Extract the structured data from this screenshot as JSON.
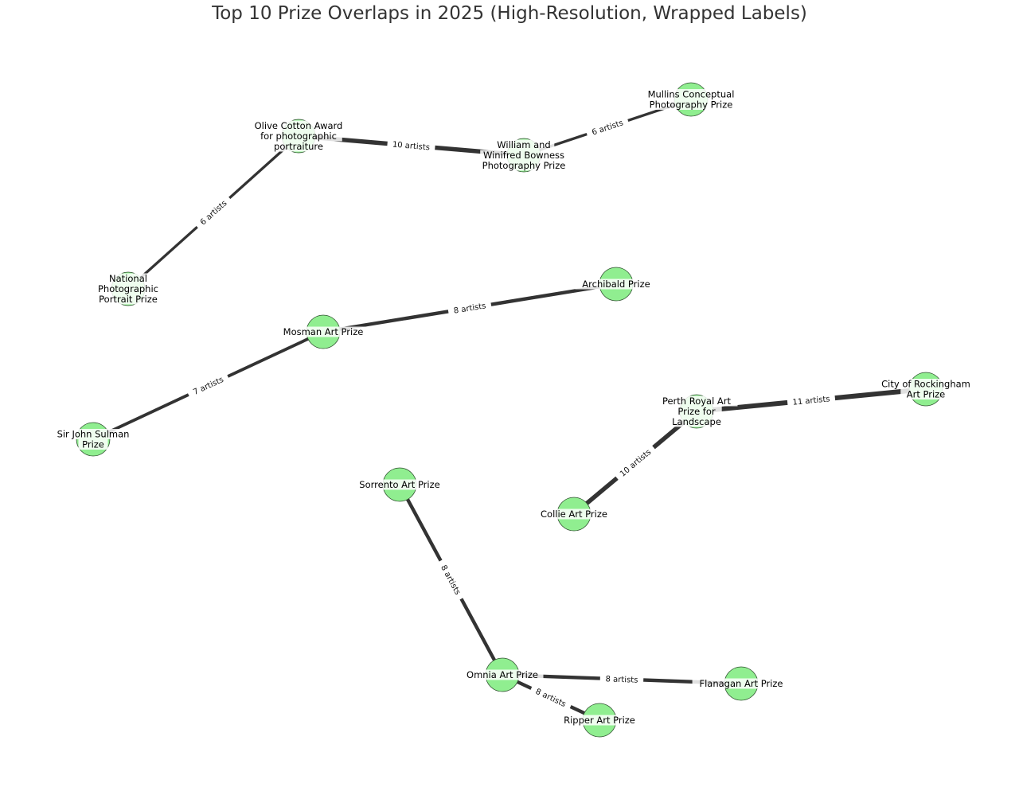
{
  "title": "Top 10 Prize Overlaps in 2025 (High-Resolution, Wrapped Labels)",
  "style": {
    "node_fill": "#90ee90",
    "node_stroke": "#2f4f2f",
    "edge_color": "#333333",
    "edge_label_bg": "#d3d3d3",
    "label_color": "#000000"
  },
  "nodes": [
    {
      "id": "olive",
      "lines": [
        "Olive Cotton Award",
        "for photographic",
        "portraiture"
      ]
    },
    {
      "id": "william",
      "lines": [
        "William and",
        "Winifred Bowness",
        "Photography Prize"
      ]
    },
    {
      "id": "mullins",
      "lines": [
        "Mullins Conceptual",
        "Photography Prize"
      ]
    },
    {
      "id": "national",
      "lines": [
        "National",
        "Photographic",
        "Portrait Prize"
      ]
    },
    {
      "id": "archibald",
      "lines": [
        "Archibald Prize"
      ]
    },
    {
      "id": "mosman",
      "lines": [
        "Mosman Art Prize"
      ]
    },
    {
      "id": "sulman",
      "lines": [
        "Sir John Sulman",
        "Prize"
      ]
    },
    {
      "id": "perth",
      "lines": [
        "Perth Royal Art",
        "Prize for",
        "Landscape"
      ]
    },
    {
      "id": "rockingham",
      "lines": [
        "City of Rockingham",
        "Art Prize"
      ]
    },
    {
      "id": "collie",
      "lines": [
        "Collie Art Prize"
      ]
    },
    {
      "id": "sorrento",
      "lines": [
        "Sorrento Art Prize"
      ]
    },
    {
      "id": "omnia",
      "lines": [
        "Omnia Art Prize"
      ]
    },
    {
      "id": "flanagan",
      "lines": [
        "Flanagan Art Prize"
      ]
    },
    {
      "id": "ripper",
      "lines": [
        "Ripper Art Prize"
      ]
    }
  ],
  "edges": [
    {
      "source": "olive",
      "target": "william",
      "artists": 10,
      "label": "10 artists"
    },
    {
      "source": "william",
      "target": "mullins",
      "artists": 6,
      "label": "6 artists"
    },
    {
      "source": "olive",
      "target": "national",
      "artists": 6,
      "label": "6 artists"
    },
    {
      "source": "mosman",
      "target": "archibald",
      "artists": 8,
      "label": "8 artists"
    },
    {
      "source": "mosman",
      "target": "sulman",
      "artists": 7,
      "label": "7 artists"
    },
    {
      "source": "perth",
      "target": "rockingham",
      "artists": 11,
      "label": "11 artists"
    },
    {
      "source": "perth",
      "target": "collie",
      "artists": 10,
      "label": "10 artists"
    },
    {
      "source": "sorrento",
      "target": "omnia",
      "artists": 8,
      "label": "8 artists"
    },
    {
      "source": "omnia",
      "target": "flanagan",
      "artists": 8,
      "label": "8 artists"
    },
    {
      "source": "omnia",
      "target": "ripper",
      "artists": 8,
      "label": "8 artists"
    }
  ]
}
